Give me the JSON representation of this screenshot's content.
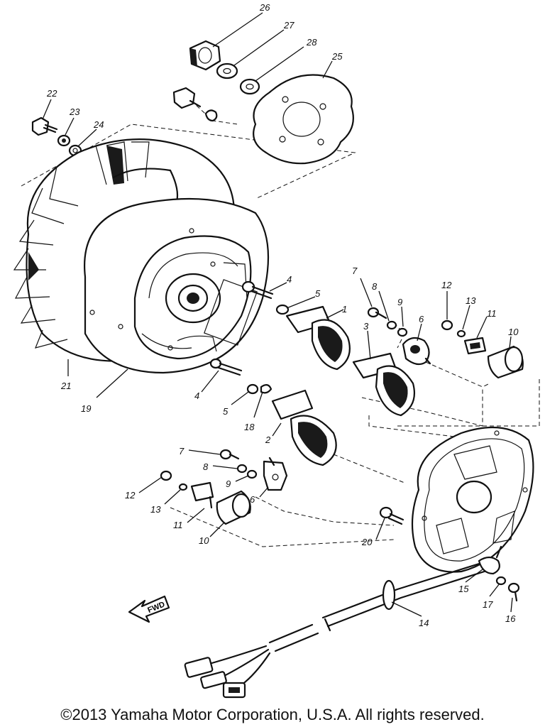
{
  "callouts": [
    {
      "id": "26",
      "text": "26"
    },
    {
      "id": "27",
      "text": "27"
    },
    {
      "id": "28",
      "text": "28"
    },
    {
      "id": "25",
      "text": "25"
    },
    {
      "id": "22",
      "text": "22"
    },
    {
      "id": "23",
      "text": "23"
    },
    {
      "id": "24",
      "text": "24"
    },
    {
      "id": "4a",
      "text": "4"
    },
    {
      "id": "5a",
      "text": "5"
    },
    {
      "id": "1",
      "text": "1"
    },
    {
      "id": "7a",
      "text": "7"
    },
    {
      "id": "8a",
      "text": "8"
    },
    {
      "id": "9a",
      "text": "9"
    },
    {
      "id": "6a",
      "text": "6"
    },
    {
      "id": "12a",
      "text": "12"
    },
    {
      "id": "13a",
      "text": "13"
    },
    {
      "id": "11a",
      "text": "11"
    },
    {
      "id": "10a",
      "text": "10"
    },
    {
      "id": "3",
      "text": "3"
    },
    {
      "id": "21",
      "text": "21"
    },
    {
      "id": "19",
      "text": "19"
    },
    {
      "id": "4b",
      "text": "4"
    },
    {
      "id": "5b",
      "text": "5"
    },
    {
      "id": "18",
      "text": "18"
    },
    {
      "id": "2",
      "text": "2"
    },
    {
      "id": "7b",
      "text": "7"
    },
    {
      "id": "8b",
      "text": "8"
    },
    {
      "id": "9b",
      "text": "9"
    },
    {
      "id": "6b",
      "text": "6"
    },
    {
      "id": "12b",
      "text": "12"
    },
    {
      "id": "13b",
      "text": "13"
    },
    {
      "id": "11b",
      "text": "11"
    },
    {
      "id": "10b",
      "text": "10"
    },
    {
      "id": "20",
      "text": "20"
    },
    {
      "id": "15",
      "text": "15"
    },
    {
      "id": "17",
      "text": "17"
    },
    {
      "id": "16",
      "text": "16"
    },
    {
      "id": "14",
      "text": "14"
    }
  ],
  "fwd_marker": "FWD",
  "copyright": "©2013 Yamaha Motor Corporation, U.S.A. All rights reserved."
}
